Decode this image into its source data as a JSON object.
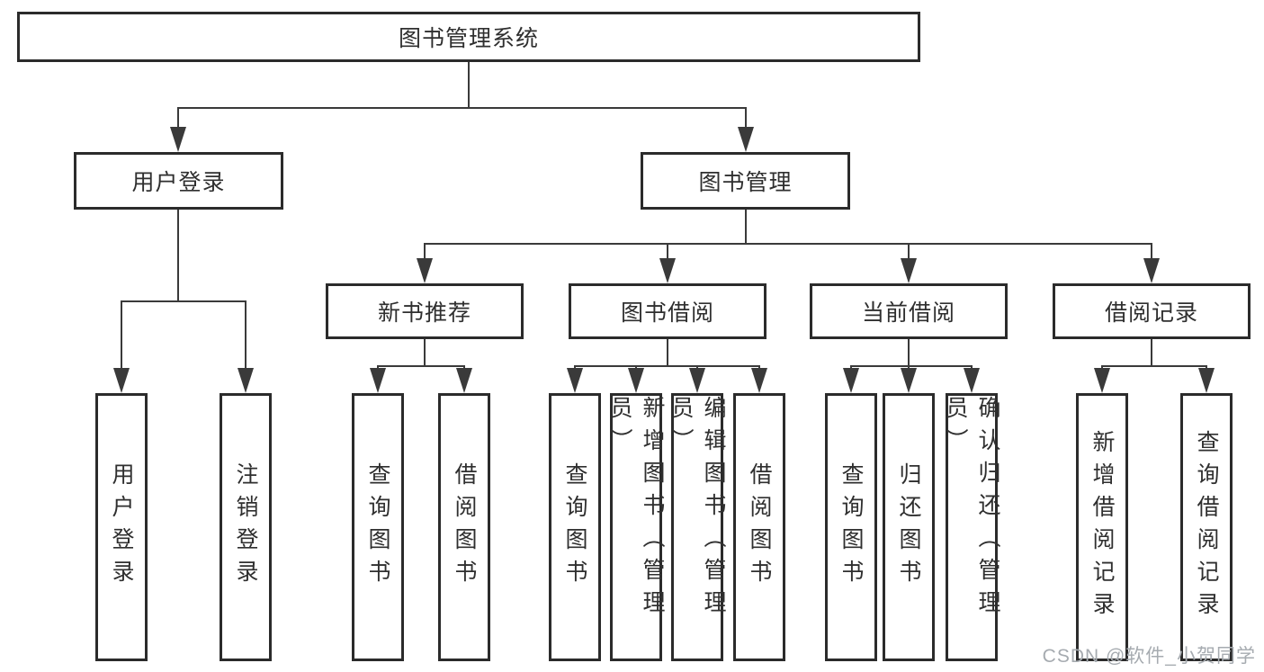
{
  "tree": {
    "root": {
      "label": "图书管理系统"
    },
    "branches": [
      {
        "label": "用户登录",
        "children": [
          {
            "label": "用户登录"
          },
          {
            "label": "注销登录"
          }
        ]
      },
      {
        "label": "图书管理",
        "groups": [
          {
            "label": "新书推荐",
            "children": [
              {
                "label": "查询图书"
              },
              {
                "label": "借阅图书"
              }
            ]
          },
          {
            "label": "图书借阅",
            "children": [
              {
                "label": "查询图书"
              },
              {
                "label": "新增图书（管理员）"
              },
              {
                "label": "编辑图书（管理员）"
              },
              {
                "label": "借阅图书"
              }
            ]
          },
          {
            "label": "当前借阅",
            "children": [
              {
                "label": "查询图书"
              },
              {
                "label": "归还图书"
              },
              {
                "label": "确认归还（管理员）"
              }
            ]
          },
          {
            "label": "借阅记录",
            "children": [
              {
                "label": "新增借阅记录"
              },
              {
                "label": "查询借阅记录"
              }
            ]
          }
        ]
      }
    ]
  },
  "watermark": "CSDN @软件_小贺同学",
  "colors": {
    "line": "#3a3a3a",
    "box_border": "#2b2b2b",
    "text": "#2f2f2f",
    "watermark": "#a6abb0"
  }
}
